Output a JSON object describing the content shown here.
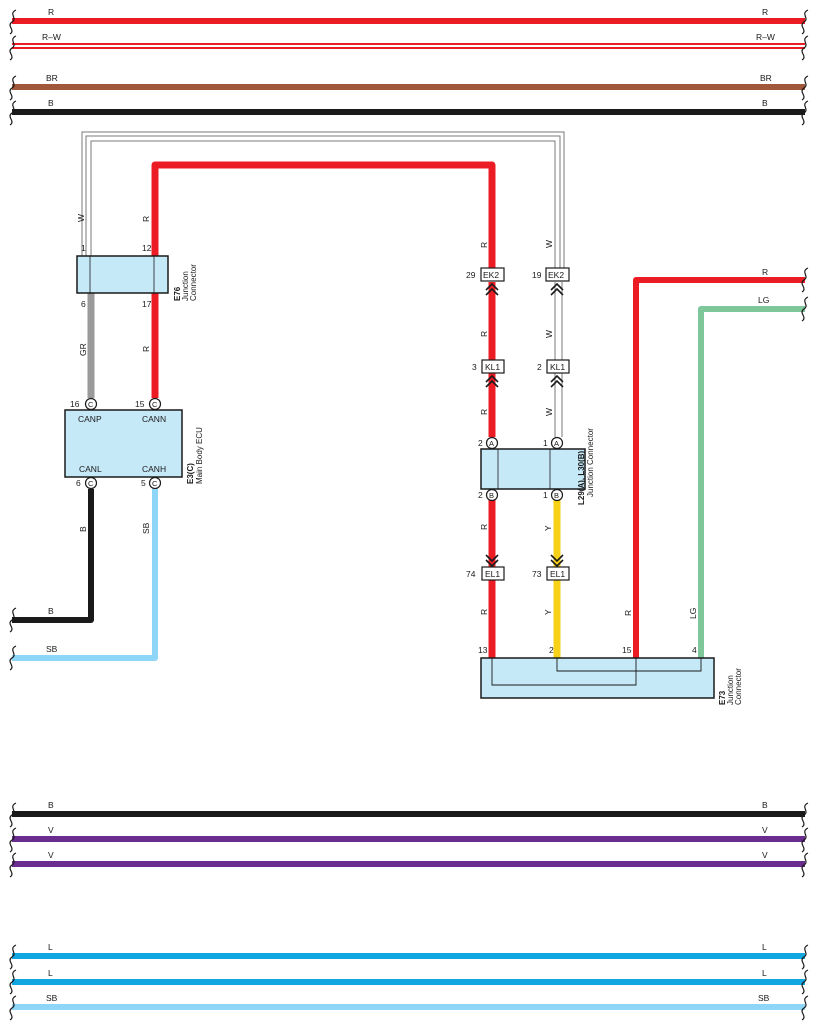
{
  "colors": {
    "R": "#ec1c24",
    "W": "#ffffff",
    "BR": "#a0573a",
    "B": "#1a1a1a",
    "GR": "#9a9a9a",
    "SB": "#8ed6f7",
    "Y": "#f7d117",
    "LG": "#7ec79a",
    "V": "#6a2c8e",
    "L": "#10a6e2",
    "connector_fill": "#c6e9f8",
    "thin_line": "#7a7a7a"
  },
  "top_buses": [
    {
      "left": "R",
      "right": "R"
    },
    {
      "left": "R–W",
      "right": "R–W"
    },
    {
      "left": "BR",
      "right": "BR"
    },
    {
      "left": "B",
      "right": "B"
    }
  ],
  "mid_buses": [
    {
      "left": "B",
      "right": "B"
    },
    {
      "left": "V",
      "right": "V"
    },
    {
      "left": "V",
      "right": "V"
    }
  ],
  "bottom_buses": [
    {
      "left": "L",
      "right": "L"
    },
    {
      "left": "L",
      "right": "L"
    },
    {
      "left": "SB",
      "right": "SB"
    }
  ],
  "wire_labels": {
    "w_e76_1": "W",
    "r_e76_12": "R",
    "gr_e76_6": "GR",
    "r_e76_17": "R",
    "b_e3_6": "B",
    "sb_e3_5": "SB",
    "left_b": "B",
    "left_sb": "SB",
    "r_ek2_29": "R",
    "w_ek2_19": "W",
    "r_kl1_3": "R",
    "w_kl1_2": "W",
    "r_l29_2": "R",
    "w_l29_1": "W",
    "r_l30_2": "R",
    "y_l30_1": "Y",
    "r_el1_74": "R",
    "y_el1_73": "Y",
    "right_r": "R",
    "right_lg": "LG",
    "r_e73_15": "R",
    "lg_e73_4": "LG"
  },
  "e76": {
    "id": "E76",
    "name_line1": "Junction",
    "name_line2": "Connector",
    "pins": {
      "top_left": "1",
      "top_right": "12",
      "bottom_left": "6",
      "bottom_right": "17"
    }
  },
  "e3": {
    "id": "E3(C)",
    "name": "Main Body ECU",
    "pin_letter": "C",
    "pins": {
      "canp": "16",
      "cann": "15",
      "canl": "6",
      "canh": "5"
    },
    "signals": {
      "canp": "CANP",
      "cann": "CANN",
      "canl": "CANL",
      "canh": "CANH"
    }
  },
  "ek2": {
    "name": "EK2",
    "pin_left": "29",
    "pin_right": "19"
  },
  "kl1": {
    "name": "KL1",
    "pin_left": "3",
    "pin_right": "2"
  },
  "el1": {
    "name": "EL1",
    "pin_left": "74",
    "pin_right": "73"
  },
  "l29": {
    "id": "L29(A), L30(B)",
    "name": "Junction Connector",
    "letter_top": "A",
    "letter_bottom": "B",
    "pins": {
      "top_left": "2",
      "top_right": "1",
      "bottom_left": "2",
      "bottom_right": "1"
    }
  },
  "e73": {
    "id": "E73",
    "name_line1": "Junction",
    "name_line2": "Connector",
    "pins": {
      "p13": "13",
      "p2": "2",
      "p15": "15",
      "p4": "4"
    }
  }
}
